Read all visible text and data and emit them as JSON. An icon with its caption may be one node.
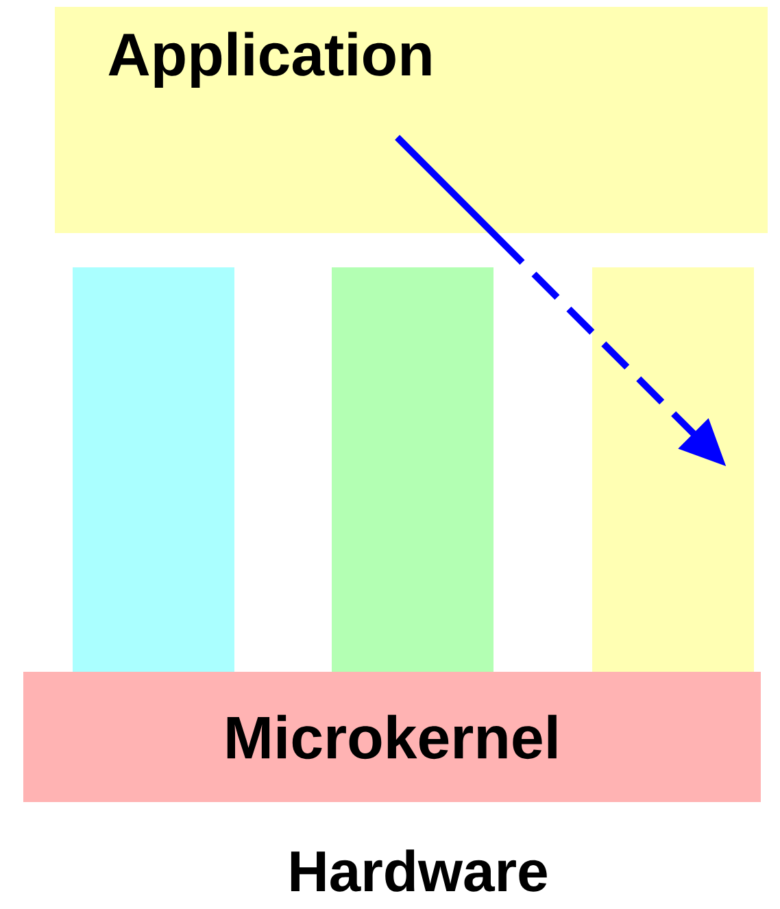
{
  "diagram": {
    "nodes": [
      {
        "text": [
          "Application"
        ]
      },
      {
        "text": [],
        "shape": "box"
      },
      {
        "text": [],
        "shape": "box"
      },
      {
        "text": [],
        "shape": "box"
      },
      {
        "text": [
          "Microkernel"
        ]
      }
    ],
    "edges": [
      {
        "from": 0,
        "to": 3,
        "arrow": "to",
        "style": "dashed",
        "color": "#0000ff"
      }
    ],
    "labels": [
      "Hardware"
    ]
  }
}
